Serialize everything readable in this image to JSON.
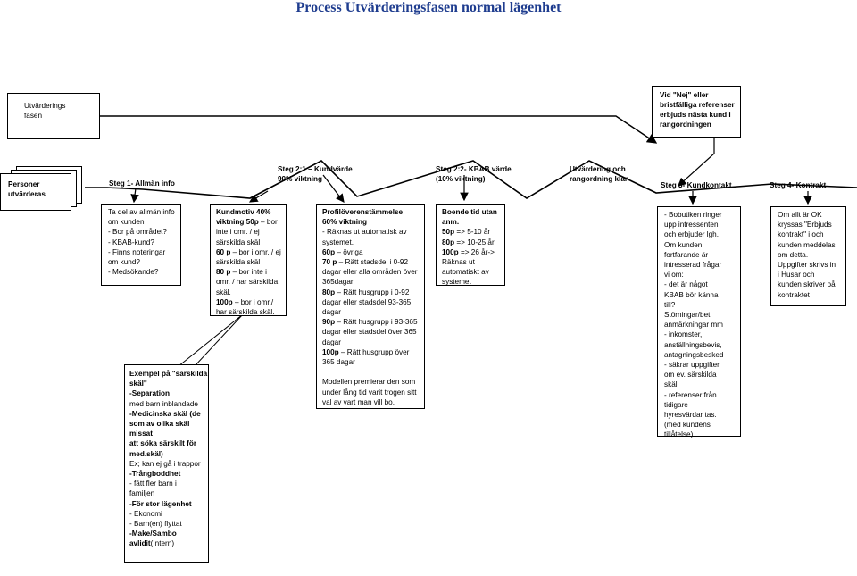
{
  "title": "Process Utvärderingsfasen normal lägenhet",
  "phase_box": "Utvärderings\nfasen",
  "reference_box": "Vid \"Nej\" eller\nbristfälliga referenser\nerbjuds nästa kund i\nrangordningen",
  "persons_box": "Personer\nutvärderas",
  "step1": "Steg 1- Allmän info",
  "step21": "Steg 2:1 – Kundvärde\n90% viktning",
  "step22": "Steg 2:2- KBAB värde\n(10% viktning)",
  "evaluation": "Utvärdering och\nrangordning klar",
  "step3": "Steg 3- Kundkontakt",
  "step4": "Steg 4- Kontrakt",
  "step1_details": "Ta del av allmän info\nom kunden\n- Bor på området?\n- KBAB-kund?\n- Finns noteringar\nom kund?\n- Medsökande?",
  "kundmotiv": [
    {
      "text": "Kundmotiv  40%",
      "bold": true
    },
    {
      "text": "viktning 50p",
      "bold": true,
      "suffix": " – bor"
    },
    {
      "text": "inte i omr. / ej"
    },
    {
      "text": "särskilda skäl"
    },
    {
      "text": "60 p",
      "bold": true,
      "suffix": " – bor i omr. / ej"
    },
    {
      "text": "särskilda skäl"
    },
    {
      "text": "80 p",
      "bold": true,
      "suffix": " – bor inte i"
    },
    {
      "text": "omr. / har särskilda"
    },
    {
      "text": "skäl."
    },
    {
      "text": "100p",
      "bold": true,
      "suffix": " – bor i omr./"
    },
    {
      "text": "har särskilda skäl."
    }
  ],
  "profil": [
    {
      "text": "Profilöverenstämmelse",
      "bold": true
    },
    {
      "text": "60% viktning",
      "bold": true
    },
    {
      "text": "- Räknas ut automatisk av"
    },
    {
      "text": "systemet."
    },
    {
      "text": "60p",
      "bold": true,
      "suffix": " – övriga"
    },
    {
      "text": "70 p",
      "bold": true,
      "suffix": " – Rätt stadsdel i 0-92"
    },
    {
      "text": "dagar eller alla områden över"
    },
    {
      "text": "365dagar"
    },
    {
      "text": "80p",
      "bold": true,
      "suffix": " – Rätt husgrupp i 0-92"
    },
    {
      "text": "dagar eller stadsdel 93-365"
    },
    {
      "text": "dagar"
    },
    {
      "text": "90p",
      "bold": true,
      "suffix": " – Rätt husgrupp i 93-365"
    },
    {
      "text": "dagar eller stadsdel över 365"
    },
    {
      "text": "dagar"
    },
    {
      "text": "100p",
      "bold": true,
      "suffix": " – Rätt husgrupp över"
    },
    {
      "text": "365 dagar"
    },
    {
      "text": ""
    },
    {
      "text": "Modellen premierar den som"
    },
    {
      "text": "under lång tid varit trogen sitt"
    },
    {
      "text": "val av vart man vill bo."
    }
  ],
  "boende": [
    {
      "text": "Boende tid utan",
      "bold": true
    },
    {
      "text": "anm.",
      "bold": true
    },
    {
      "text": "50p",
      "bold": true,
      "suffix": " => 5-10 år"
    },
    {
      "text": "80p",
      "bold": true,
      "suffix": " => 10-25 år"
    },
    {
      "text": "100p",
      "bold": true,
      "suffix": " => 26 år->"
    },
    {
      "text": "Räknas ut"
    },
    {
      "text": "automatiskt av"
    },
    {
      "text": "systemet"
    }
  ],
  "kundkontakt": "- Bobutiken ringer\nupp intressenten\noch erbjuder lgh.\nOm kunden\nfortfarande är\nintresserad frågar\nvi om:\n- det är något\nKBAB bör känna\ntill?\nStörningar/bet\nanmärkningar mm\n- inkomster,\nanställningsbevis,\nantagningsbesked\n- säkrar uppgifter\nom ev. särskilda\nskäl\n- referenser från\ntidigare\nhyresvärdar tas.\n(med kundens\ntillåtelse)",
  "kontrakt": "Om allt är OK\nkryssas \"Erbjuds\nkontrakt\" i och\nkunden meddelas\nom detta.\nUppgifter skrivs in\ni Husar och\nkunden skriver på\nkontraktet",
  "exempel": [
    {
      "text": "Exempel på \"särskilda",
      "bold": true
    },
    {
      "text": "skäl\"",
      "bold": true
    },
    {
      "text": "-Separation",
      "bold": true
    },
    {
      "text": "   med barn inblandade"
    },
    {
      "text": "-Medicinska skäl (de",
      "bold": true
    },
    {
      "text": "som av olika skäl missat",
      "bold": true
    },
    {
      "text": "att söka särskilt för",
      "bold": true
    },
    {
      "text": "med.skäl)",
      "bold": true
    },
    {
      "text": "   Ex; kan ej gå i trappor"
    },
    {
      "text": "-Trångboddhet",
      "bold": true
    },
    {
      "text": "   - fått fler barn i"
    },
    {
      "text": "familjen"
    },
    {
      "text": "-För stor lägenhet",
      "bold": true
    },
    {
      "text": "   - Ekonomi"
    },
    {
      "text": "   - Barn(en)  flyttat"
    },
    {
      "text": "-Make/Sambo",
      "bold": true
    },
    {
      "text": "avlidit",
      "bold": true,
      "suffix": "(Intern)"
    }
  ]
}
